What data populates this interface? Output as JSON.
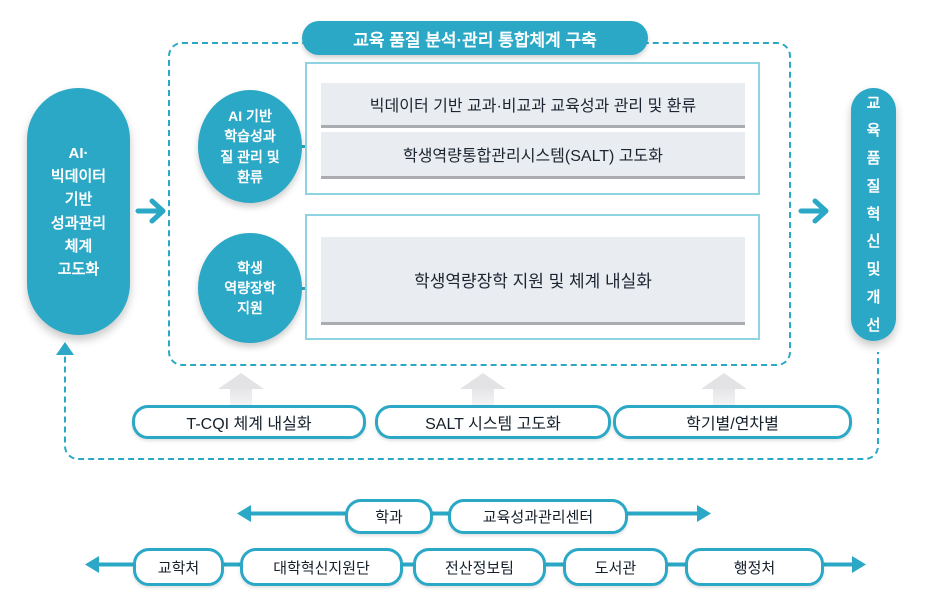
{
  "colors": {
    "teal": "#2aa8c6",
    "white_box_border": "#8ed3e2",
    "grey_box_fill": "#e9ecf1",
    "grey_box_shadow": "#aaacb1",
    "dark_text": "#1b2430",
    "grey_arrow": "#e6e6e8"
  },
  "title": "교육 품질 분석·관리 통합체계 구축",
  "left_pill": "AI·\n빅데이터\n기반\n성과관리\n체계\n고도화",
  "right_pill": "교육품질혁신및개선",
  "groups": [
    {
      "circle": "AI 기반\n학습성과\n질 관리 및\n환류",
      "boxes": [
        "빅데이터 기반 교과·비교과 교육성과 관리 및 환류",
        "학생역량통합관리시스템(SALT) 고도화"
      ]
    },
    {
      "circle": "학생\n역량장학\n지원",
      "boxes": [
        "학생역량장학 지원 및 체계 내실화"
      ]
    }
  ],
  "strategy_pills": [
    "T-CQI 체계 내실화",
    "SALT 시스템 고도화",
    "학기별/연차별"
  ],
  "mid_row": [
    "학과",
    "교육성과관리센터"
  ],
  "bottom_row": [
    "교학처",
    "대학혁신지원단",
    "전산정보팀",
    "도서관",
    "행정처"
  ]
}
